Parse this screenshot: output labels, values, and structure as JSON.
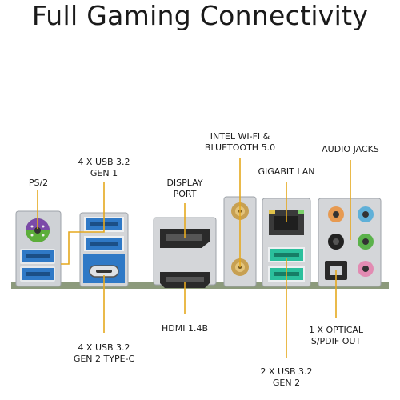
{
  "title": "Full Gaming Connectivity",
  "labels": {
    "ps2": "PS/2",
    "usb32_gen1": [
      "4 X USB 3.2",
      "GEN 1"
    ],
    "usb32_gen2_typec": [
      "4 X USB 3.2",
      "GEN 2 TYPE-C"
    ],
    "displayport": [
      "DISPLAY",
      "PORT"
    ],
    "hdmi": "HDMI 1.4B",
    "wifi_bt": [
      "INTEL WI-FI &",
      "BLUETOOTH 5.0"
    ],
    "gigabit_lan": "GIGABIT LAN",
    "usb32_gen2": [
      "2 X USB 3.2",
      "GEN 2"
    ],
    "audio_jacks": "AUDIO JACKS",
    "optical": [
      "1 X OPTICAL",
      "S/PDIF OUT"
    ]
  },
  "colors": {
    "leader_line": "#e5a81e",
    "usb_blue": "#2f79c6",
    "usb_teal": "#2bbf9c",
    "ps2_purple": "#7b4aa8",
    "ps2_green": "#5cae3a",
    "pcb": "#8c9a7c",
    "shield": "#d4d6d9",
    "audio_orange": "#e79a51",
    "audio_blue": "#5fb0d8",
    "audio_black": "#222222",
    "audio_green": "#5bb24b",
    "audio_pink": "#e28bb2",
    "antenna_gold": "#c7a052"
  }
}
